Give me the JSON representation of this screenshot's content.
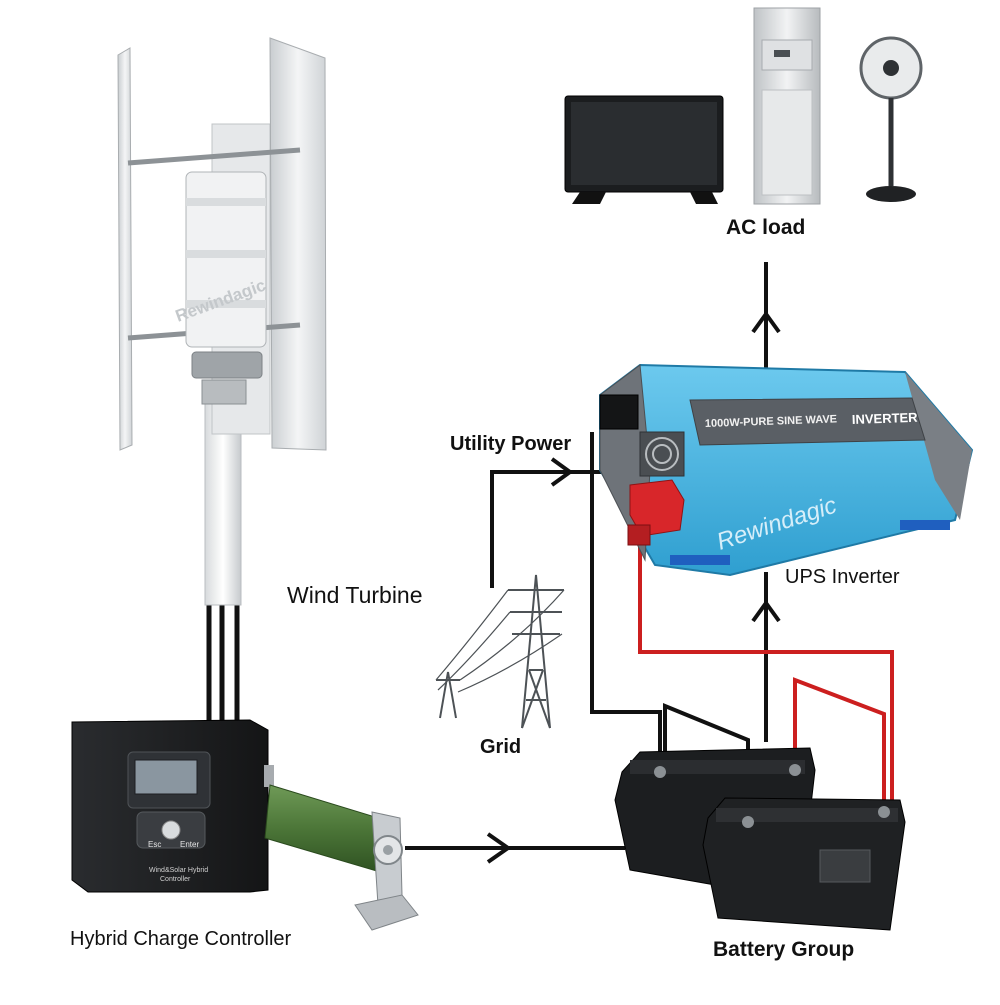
{
  "labels": {
    "ac_load": "AC load",
    "utility_power": "Utility Power",
    "wind_turbine": "Wind Turbine",
    "ups_inverter": "UPS Inverter",
    "grid": "Grid",
    "hybrid_charge_controller": "Hybrid Charge Controller",
    "battery_group": "Battery Group"
  },
  "inverter": {
    "model_text": "1000W-PURE SINE WAVE",
    "brand_text": "INVERTER",
    "watermark": "Rewindagic"
  },
  "turbine": {
    "watermark": "Rewindagic"
  },
  "controller": {
    "esc_label": "Esc",
    "enter_label": "Enter",
    "caption_line1": "Wind&Solar Hybrid",
    "caption_line2": "Controller"
  },
  "colors": {
    "inverter_blue": "#3fb1e0",
    "inverter_gray": "#6e7379",
    "positive_wire": "#cc1f1f",
    "wire": "#111111",
    "resistor_green": "#4f7a3c"
  }
}
